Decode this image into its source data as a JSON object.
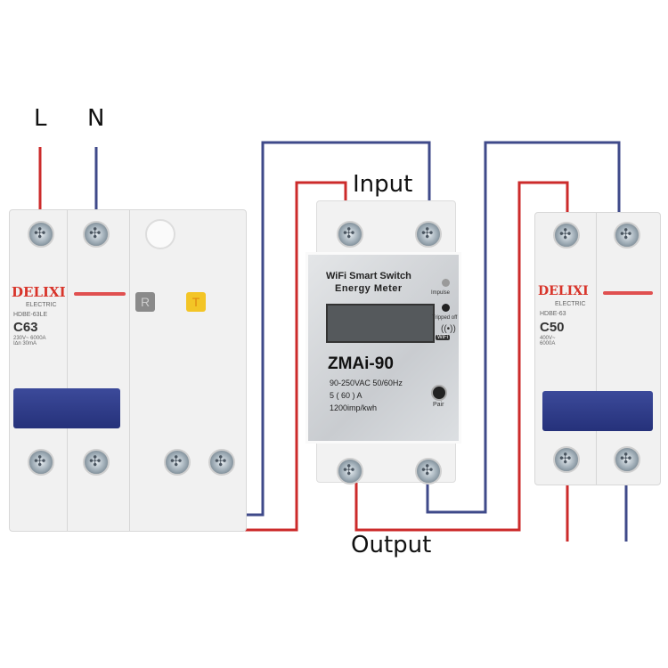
{
  "labels": {
    "live": "L",
    "neutral": "N",
    "input": "Input",
    "output": "Output"
  },
  "colors": {
    "live_wire": "#cc2b2b",
    "neutral_wire": "#3f4a8a"
  },
  "left_breaker": {
    "brand": "DELIXI",
    "sub": "ELECTRIC",
    "model": "HDBE-63LE",
    "rating": "C63",
    "specs": "230V~ 6000A I∆n 30mA",
    "reset_button": "R",
    "test_button": "T"
  },
  "meter": {
    "title_line1": "WiFi Smart Switch",
    "title_line2": "Energy Meter",
    "impulse_label": "Impulse",
    "tripped_label": "Tripped off",
    "wifi_badge": "WiFi",
    "model": "ZMAi-90",
    "voltage": "90-250VAC  50/60Hz",
    "current": "5 ( 60 ) A",
    "constant": "1200imp/kwh",
    "pair_label": "Pair"
  },
  "right_breaker": {
    "brand": "DELIXI",
    "sub": "ELECTRIC",
    "model": "HDBE-63",
    "rating": "C50",
    "specs": "400V~ 6000A"
  }
}
